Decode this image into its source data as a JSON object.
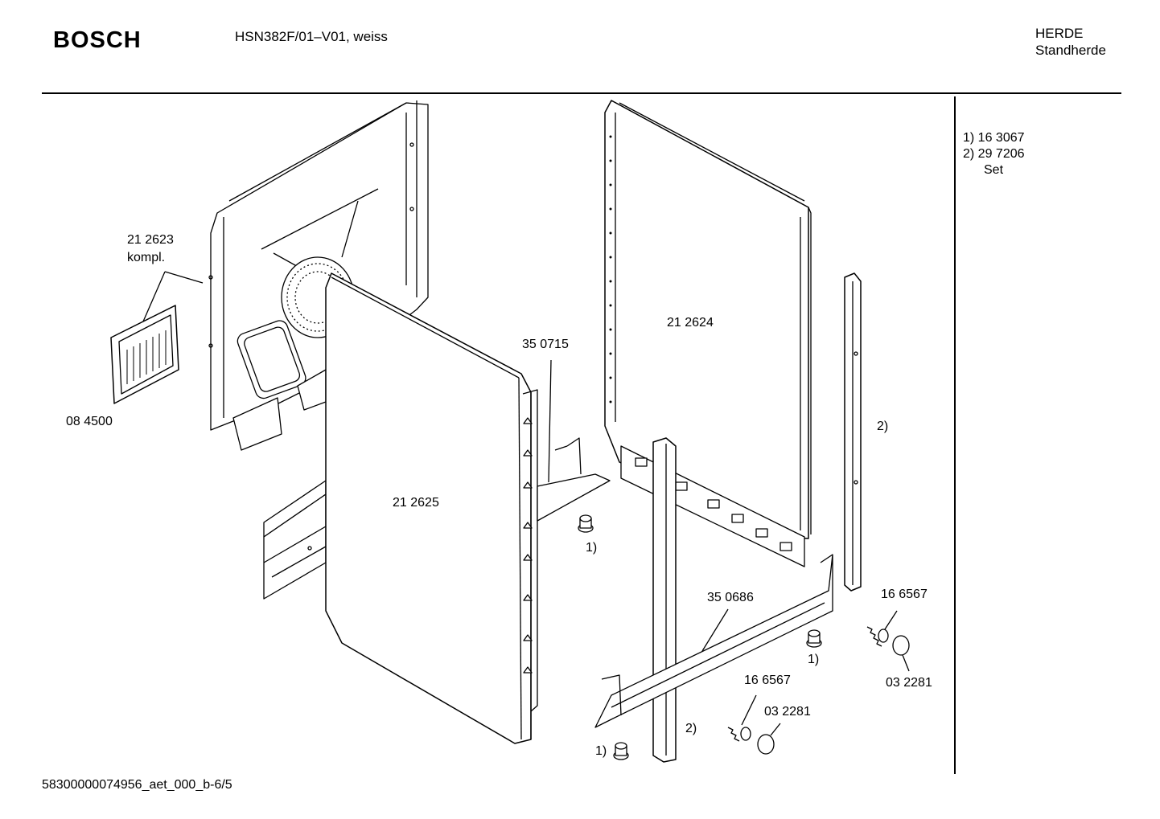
{
  "header": {
    "brand": "BOSCH",
    "model": "HSN382F/01–V01, weiss",
    "category_line1": "HERDE",
    "category_line2": "Standherde"
  },
  "legend": {
    "line1": "1) 16 3067",
    "line2": "2) 29 7206",
    "line3": "Set"
  },
  "part_labels": {
    "p212623": "21 2623",
    "kompl": "kompl.",
    "p084500": "08 4500",
    "p212625": "21 2625",
    "p350715": "35 0715",
    "p212624": "21 2624",
    "ref2_right": "2)",
    "ref1_mid": "1)",
    "p350686": "35 0686",
    "p166567_a": "16 6567",
    "ref1_low": "1)",
    "p032281_a": "03 2281",
    "p166567_b": "16 6567",
    "p032281_b": "03 2281",
    "ref2_low": "2)",
    "ref1_bottom": "1)"
  },
  "footer": {
    "code": "58300000074956_aet_000_b-6/5"
  }
}
